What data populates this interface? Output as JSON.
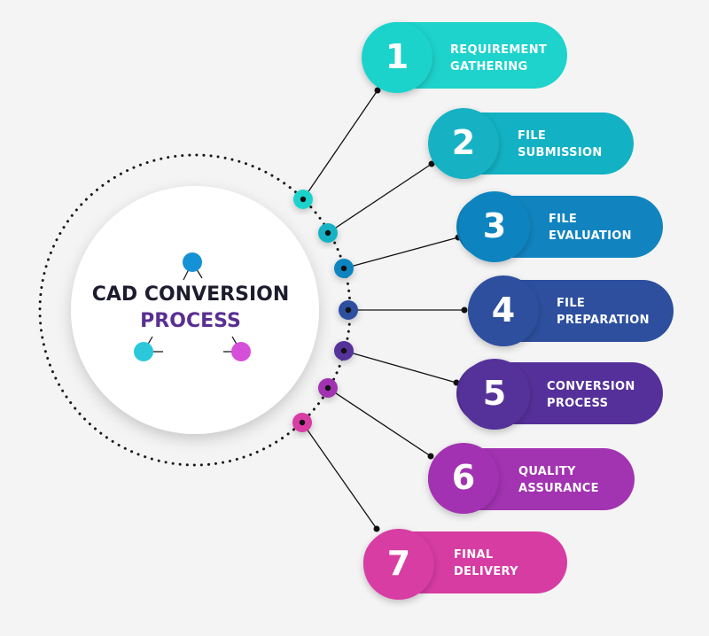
{
  "title": {
    "line1": "CAD CONVERSION",
    "line2": "PROCESS",
    "line2_color": "#5a2f91"
  },
  "steps": [
    {
      "number": "1",
      "line1": "REQUIREMENT",
      "line2": "GATHERING",
      "color": "#1dd3cc"
    },
    {
      "number": "2",
      "line1": "FILE",
      "line2": "SUBMISSION",
      "color": "#12b2c4"
    },
    {
      "number": "3",
      "line1": "FILE",
      "line2": "EVALUATION",
      "color": "#1184c0"
    },
    {
      "number": "4",
      "line1": "FILE",
      "line2": "PREPARATION",
      "color": "#2d4f9e"
    },
    {
      "number": "5",
      "line1": "CONVERSION",
      "line2": "PROCESS",
      "color": "#55309a"
    },
    {
      "number": "6",
      "line1": "QUALITY",
      "line2": "ASSURANCE",
      "color": "#a233b1"
    },
    {
      "number": "7",
      "line1": "FINAL",
      "line2": "DELIVERY",
      "color": "#d73ca3"
    }
  ],
  "center_icon_colors": [
    "#1591d6",
    "#2bc8dc",
    "#d64fd9"
  ]
}
